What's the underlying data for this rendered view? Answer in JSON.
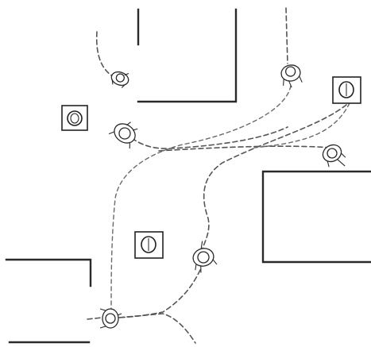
{
  "diagram": {
    "rooms": [
      "upper-room",
      "right-room",
      "lower-left-room"
    ],
    "objects": [
      "target-object-left",
      "target-object-center",
      "target-object-right"
    ],
    "persons": [
      "person-top-left",
      "person-top-right",
      "person-center-left",
      "person-right",
      "person-center",
      "person-bottom"
    ],
    "paths": [
      "walking-path"
    ]
  }
}
